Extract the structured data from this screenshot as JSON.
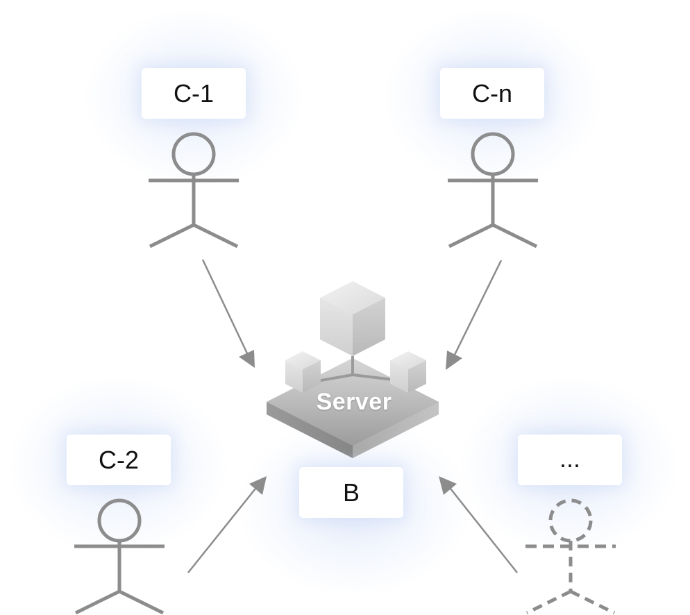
{
  "nodes": {
    "c1": {
      "label": "C-1"
    },
    "cn": {
      "label": "C-n"
    },
    "c2": {
      "label": "C-2"
    },
    "more": {
      "label": "..."
    },
    "server": {
      "label": "Server",
      "caption": "B"
    }
  },
  "colors": {
    "stroke": "#8c8c8c",
    "background": "#ffffff",
    "glow": "#cdd9f5"
  },
  "icons": {
    "client": "stick-figure-icon",
    "client-placeholder": "dashed-stick-figure-icon",
    "server": "server-cubes-icon"
  }
}
